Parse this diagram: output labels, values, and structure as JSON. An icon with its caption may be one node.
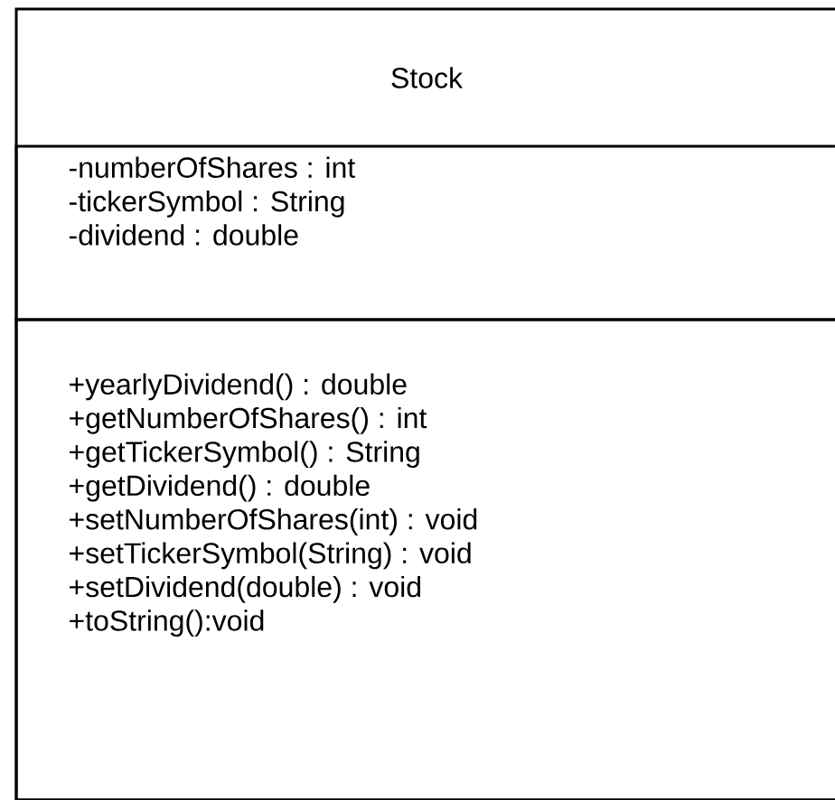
{
  "diagram": {
    "nodes": [
      {
        "text": [
          "Stock"
        ]
      },
      {
        "text": [
          "-numberOfShares : int",
          "-tickerSymbol : String",
          "-dividend : double"
        ],
        "in": 0
      },
      {
        "text": [
          "+yearlyDividend() : double",
          "+getNumberOfShares() : int",
          "+getTickerSymbol() : String",
          "+getDividend() : double",
          "+setNumberOfShares(int) : void",
          "+setTickerSymbol(String) : void",
          "+setDividend(double) : void",
          "+toString():void"
        ],
        "in": 0
      }
    ]
  }
}
